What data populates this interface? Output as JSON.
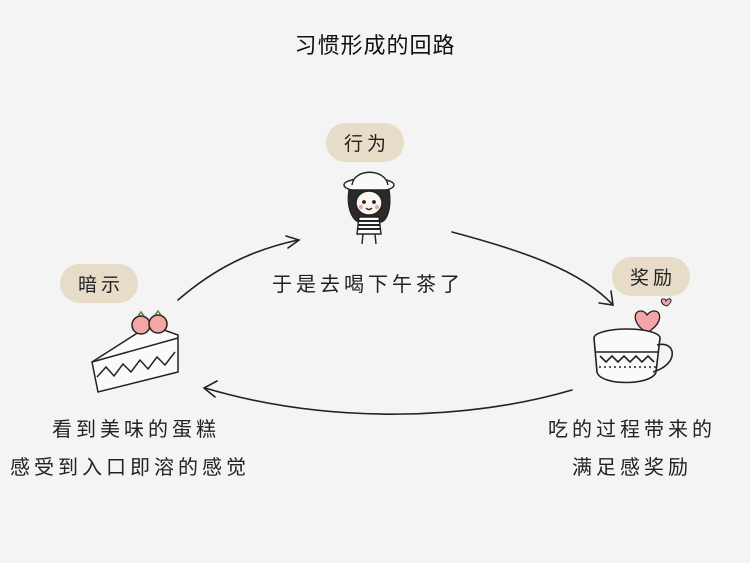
{
  "title": "习惯形成的回路",
  "nodes": {
    "behavior": {
      "label": "行为",
      "caption": "于是去喝下午茶了"
    },
    "cue": {
      "label": "暗示",
      "caption_line1": "看到美味的蛋糕",
      "caption_line2": "感受到入口即溶的感觉"
    },
    "reward": {
      "label": "奖励",
      "caption_line1": "吃的过程带来的",
      "caption_line2": "满足感奖励"
    }
  },
  "colors": {
    "background": "#f4f4f4",
    "tag": "#e6dcc8",
    "pink": "#f3a6a6",
    "line": "#222222"
  },
  "icons": [
    "cake-icon",
    "girl-icon",
    "cup-icon",
    "heart-icon"
  ]
}
